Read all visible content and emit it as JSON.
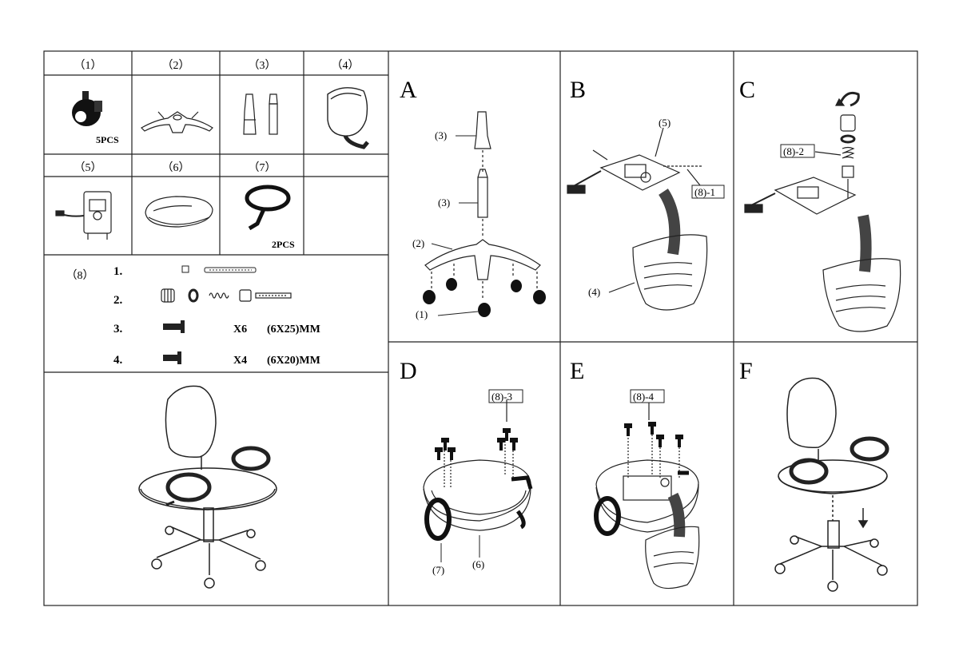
{
  "parts": {
    "p1": {
      "num": "（1）",
      "qty": "5PCS",
      "icon": "caster-wheel-icon"
    },
    "p2": {
      "num": "（2）",
      "icon": "star-base-icon"
    },
    "p3": {
      "num": "（3）",
      "icon": "gas-lift-icon"
    },
    "p4": {
      "num": "（4）",
      "icon": "backrest-icon"
    },
    "p5": {
      "num": "（5）",
      "icon": "mechanism-plate-icon"
    },
    "p6": {
      "num": "（6）",
      "icon": "seat-icon"
    },
    "p7": {
      "num": "（7）",
      "qty": "2PCS",
      "icon": "armrest-icon"
    },
    "p8": {
      "num": "（8）"
    }
  },
  "hardware": [
    {
      "index": "1."
    },
    {
      "index": "2."
    },
    {
      "index": "3.",
      "qty": "X6",
      "size": "(6X25)MM"
    },
    {
      "index": "4.",
      "qty": "X4",
      "size": "(6X20)MM"
    }
  ],
  "steps": {
    "A": {
      "letter": "A",
      "labels": [
        "(3)",
        "(3)",
        "(2)",
        "(1)"
      ]
    },
    "B": {
      "letter": "B",
      "labels": [
        "(5)",
        "(8)-1",
        "(4)"
      ]
    },
    "C": {
      "letter": "C",
      "labels": [
        "(8)-2"
      ]
    },
    "D": {
      "letter": "D",
      "labels": [
        "(8)-3",
        "(7)",
        "(6)"
      ]
    },
    "E": {
      "letter": "E",
      "labels": [
        "(8)-4"
      ]
    },
    "F": {
      "letter": "F"
    }
  }
}
